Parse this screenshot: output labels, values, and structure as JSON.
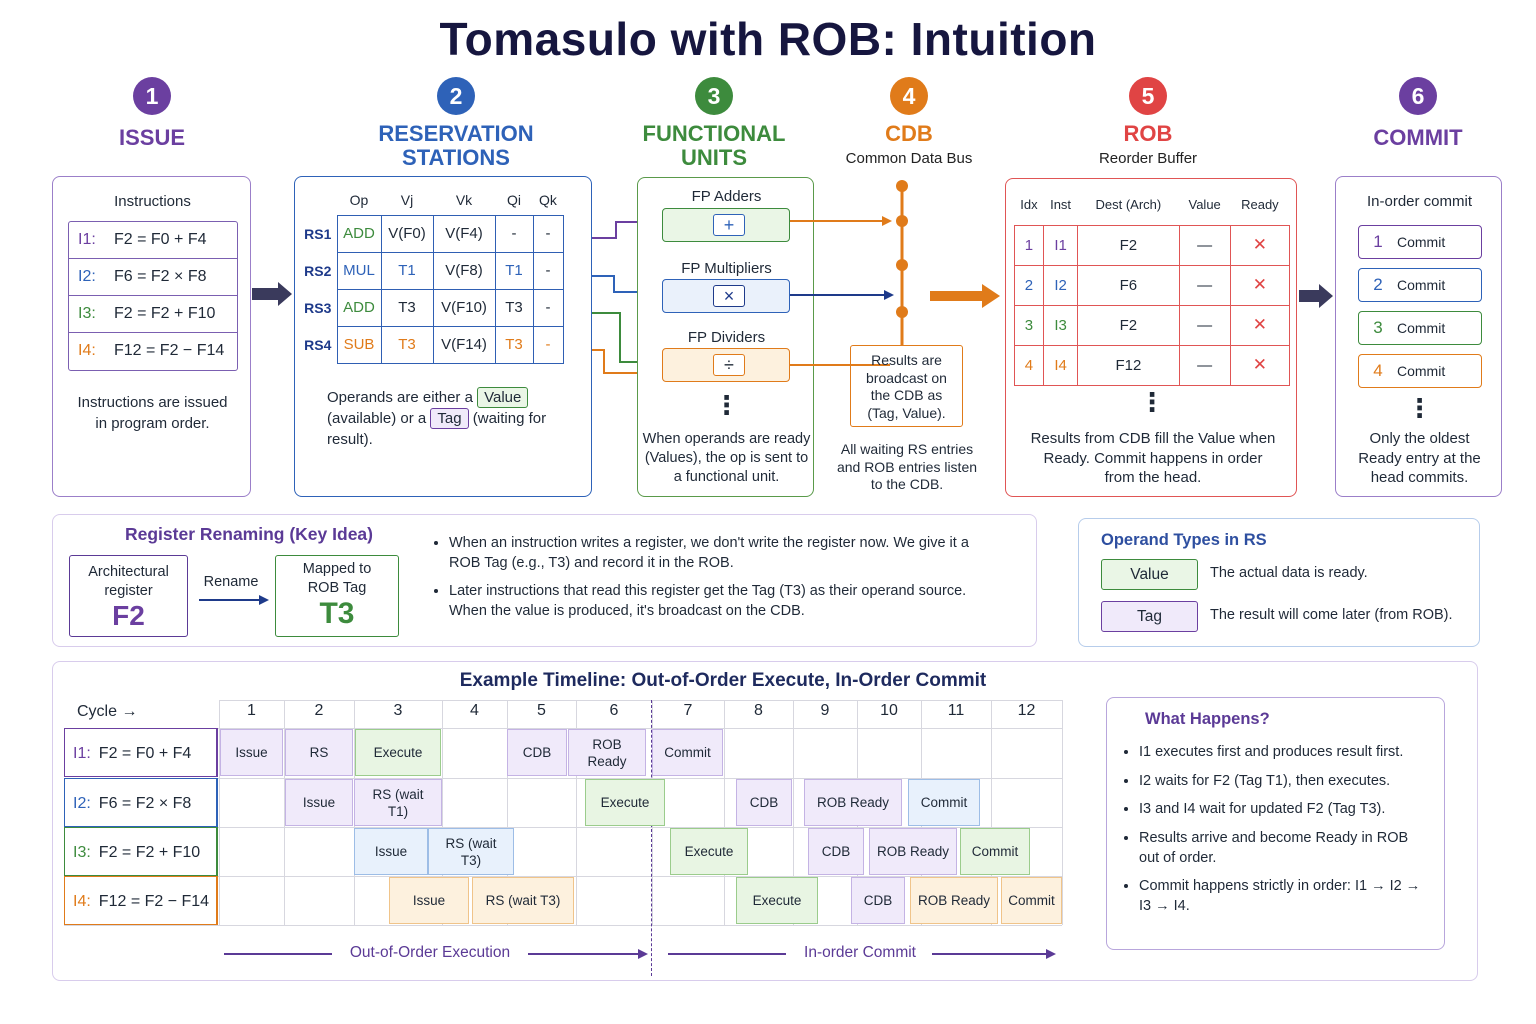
{
  "title": "Tomasulo with ROB: Intuition",
  "stages": [
    {
      "num": "1",
      "title": "ISSUE",
      "color": "#6b3fa0"
    },
    {
      "num": "2",
      "title": "RESERVATION STATIONS",
      "color": "#2e62b8"
    },
    {
      "num": "3",
      "title": "FUNCTIONAL UNITS",
      "color": "#3d8b3d"
    },
    {
      "num": "4",
      "title": "CDB",
      "sub": "Common Data Bus",
      "color": "#e07b1a"
    },
    {
      "num": "5",
      "title": "ROB",
      "sub": "Reorder Buffer",
      "color": "#e04444"
    },
    {
      "num": "6",
      "title": "COMMIT",
      "color": "#6b3fa0"
    }
  ],
  "issue": {
    "heading": "Instructions",
    "rows": [
      {
        "label": "I1:",
        "text": "F2 = F0 + F4",
        "color": "#6b3fa0"
      },
      {
        "label": "I2:",
        "text": "F6 = F2 × F8",
        "color": "#2e62b8"
      },
      {
        "label": "I3:",
        "text": "F2 = F2 + F10",
        "color": "#3d8b3d"
      },
      {
        "label": "I4:",
        "text": "F12 = F2 − F14",
        "color": "#e07b1a"
      }
    ],
    "note": "Instructions are issued in program order."
  },
  "rs": {
    "headers": [
      "Op",
      "Vj",
      "Vk",
      "Qi",
      "Qk"
    ],
    "rows": [
      {
        "label": "RS1",
        "op": "ADD",
        "vj": "V(F0)",
        "vk": "V(F4)",
        "qi": "-",
        "qk": "-",
        "color": "#3d8b3d"
      },
      {
        "label": "RS2",
        "op": "MUL",
        "vj": "T1",
        "vk": "V(F8)",
        "qi": "T1",
        "qk": "-",
        "color": "#2e62b8"
      },
      {
        "label": "RS3",
        "op": "ADD",
        "vj": "T3",
        "vk": "V(F10)",
        "qi": "T3",
        "qk": "-",
        "color": "#3d8b3d"
      },
      {
        "label": "RS4",
        "op": "SUB",
        "vj": "T3",
        "vk": "V(F14)",
        "qi": "T3",
        "qk": "-",
        "color": "#e07b1a"
      }
    ],
    "note_a": "Operands are either a",
    "note_value": "Value",
    "note_b": "(available) or a",
    "note_tag": "Tag",
    "note_c": "(waiting for result)."
  },
  "fu": {
    "adders": "FP Adders",
    "adder_sym": "+",
    "mults": "FP Multipliers",
    "mult_sym": "×",
    "divs": "FP Dividers",
    "div_sym": "÷",
    "dots": "⋮",
    "note": "When operands are ready (Values), the op is sent to a functional unit."
  },
  "cdb": {
    "box": "Results are broadcast on the CDB as (Tag, Value).",
    "note": "All waiting RS entries and ROB entries listen to the CDB."
  },
  "rob": {
    "headers": [
      "Idx",
      "Inst",
      "Dest (Arch)",
      "Value",
      "Ready"
    ],
    "rows": [
      {
        "idx": "1",
        "inst": "I1",
        "dest": "F2",
        "value": "—",
        "ready": "✕",
        "color": "#6b3fa0"
      },
      {
        "idx": "2",
        "inst": "I2",
        "dest": "F6",
        "value": "—",
        "ready": "✕",
        "color": "#2e62b8"
      },
      {
        "idx": "3",
        "inst": "I3",
        "dest": "F2",
        "value": "—",
        "ready": "✕",
        "color": "#3d8b3d"
      },
      {
        "idx": "4",
        "inst": "I4",
        "dest": "F12",
        "value": "—",
        "ready": "✕",
        "color": "#e07b1a"
      }
    ],
    "dots": "⋮",
    "note": "Results from CDB fill the Value when Ready. Commit happens in order from the head."
  },
  "commit": {
    "heading": "In-order commit",
    "rows": [
      {
        "n": "1",
        "label": "Commit",
        "color": "#6b3fa0"
      },
      {
        "n": "2",
        "label": "Commit",
        "color": "#2e62b8"
      },
      {
        "n": "3",
        "label": "Commit",
        "color": "#3d8b3d"
      },
      {
        "n": "4",
        "label": "Commit",
        "color": "#e07b1a"
      }
    ],
    "dots": "⋮",
    "note": "Only the oldest Ready entry at the head commits."
  },
  "renaming": {
    "title": "Register Renaming (Key Idea)",
    "arch_label": "Architectural register",
    "arch_reg": "F2",
    "arrow_label": "Rename",
    "mapped_label": "Mapped to ROB Tag",
    "mapped_tag": "T3",
    "bullets": [
      "When an instruction writes a register, we don't write the register now. We give it a ROB Tag (e.g., T3) and record it in the ROB.",
      "Later instructions that read this register get the Tag (T3) as their operand source. When the value is produced, it's broadcast on the CDB."
    ]
  },
  "operand_types": {
    "title": "Operand Types in RS",
    "value_label": "Value",
    "value_desc": "The actual data is ready.",
    "tag_label": "Tag",
    "tag_desc": "The result will come later (from ROB)."
  },
  "timeline": {
    "title": "Example Timeline:  Out-of-Order Execute,  In-Order Commit",
    "cycle_label": "Cycle →",
    "cycles": [
      "1",
      "2",
      "3",
      "4",
      "5",
      "6",
      "7",
      "8",
      "9",
      "10",
      "11",
      "12"
    ],
    "rows": [
      {
        "label": "I1:",
        "text": "F2 = F0 + F4",
        "color": "#6b3fa0"
      },
      {
        "label": "I2:",
        "text": "F6 = F2 × F8",
        "color": "#2e62b8"
      },
      {
        "label": "I3:",
        "text": "F2 = F2 + F10",
        "color": "#3d8b3d"
      },
      {
        "label": "I4:",
        "text": "F12 = F2 − F14",
        "color": "#e07b1a"
      }
    ],
    "events": [
      {
        "row": 0,
        "start": 1,
        "end": 1,
        "text": "Issue",
        "kind": "purple"
      },
      {
        "row": 0,
        "start": 2,
        "end": 2,
        "text": "RS",
        "kind": "purple"
      },
      {
        "row": 0,
        "start": 3,
        "end": 3,
        "text": "Execute",
        "kind": "green"
      },
      {
        "row": 0,
        "start": 5,
        "end": 5,
        "text": "CDB",
        "kind": "purple"
      },
      {
        "row": 0,
        "start": 6,
        "end": 6,
        "text": "ROB Ready",
        "kind": "purple"
      },
      {
        "row": 0,
        "start": 7,
        "end": 7,
        "text": "Commit",
        "kind": "purple"
      },
      {
        "row": 1,
        "start": 2,
        "end": 2,
        "text": "Issue",
        "kind": "purple"
      },
      {
        "row": 1,
        "start": 3,
        "end": 3,
        "text": "RS (wait T1)",
        "kind": "purple"
      },
      {
        "row": 1,
        "start": 6,
        "end": 6,
        "text": "Execute",
        "kind": "green"
      },
      {
        "row": 1,
        "start": 8,
        "end": 8,
        "text": "CDB",
        "kind": "purple"
      },
      {
        "row": 1,
        "start": 9,
        "end": 9,
        "text": "ROB Ready",
        "kind": "purple"
      },
      {
        "row": 1,
        "start": 10,
        "end": 10,
        "text": "Commit",
        "kind": "blue"
      },
      {
        "row": 2,
        "start": 3,
        "end": 3,
        "text": "Issue",
        "kind": "blue"
      },
      {
        "row": 2,
        "start": 4,
        "end": 4,
        "text": "RS (wait T3)",
        "kind": "blue"
      },
      {
        "row": 2,
        "start": 7,
        "end": 7,
        "text": "Execute",
        "kind": "green"
      },
      {
        "row": 2,
        "start": 9,
        "end": 9,
        "text": "CDB",
        "kind": "purple"
      },
      {
        "row": 2,
        "start": 10,
        "end": 10,
        "text": "ROB Ready",
        "kind": "purple"
      },
      {
        "row": 2,
        "start": 11,
        "end": 11,
        "text": "Commit",
        "kind": "green"
      },
      {
        "row": 3,
        "start": 3,
        "end": 4,
        "text": "Issue",
        "kind": "orange"
      },
      {
        "row": 3,
        "start": 5,
        "end": 5,
        "text": "RS (wait T3)",
        "kind": "orange"
      },
      {
        "row": 3,
        "start": 8,
        "end": 8,
        "text": "Execute",
        "kind": "green"
      },
      {
        "row": 3,
        "start": 10,
        "end": 10,
        "text": "CDB",
        "kind": "purple"
      },
      {
        "row": 3,
        "start": 11,
        "end": 11,
        "text": "ROB Ready",
        "kind": "orange"
      },
      {
        "row": 3,
        "start": 12,
        "end": 12,
        "text": "Commit",
        "kind": "orange"
      }
    ],
    "ooo_label": "Out-of-Order Execution",
    "inorder_label": "In-order Commit"
  },
  "what_happens": {
    "title": "What Happens?",
    "bullets": [
      "I1 executes first and produces result first.",
      "I2 waits for F2 (Tag T1), then executes.",
      "I3 and I4 wait for updated F2 (Tag T3).",
      "Results arrive and become Ready in ROB out of order.",
      "Commit happens strictly in order: I1 → I2 → I3 → I4."
    ]
  }
}
